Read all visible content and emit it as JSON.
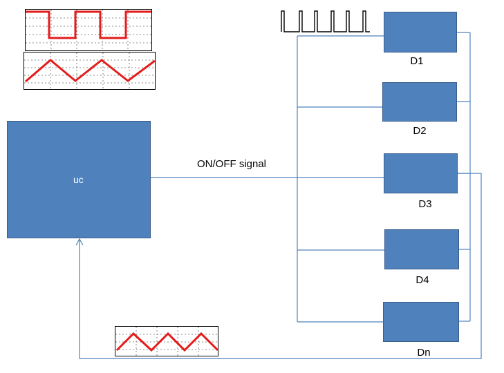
{
  "uc_block": {
    "label": "uc"
  },
  "signal_label": "ON/OFF signal",
  "devices": [
    {
      "label": "D1"
    },
    {
      "label": "D2"
    },
    {
      "label": "D3"
    },
    {
      "label": "D4"
    },
    {
      "label": "Dn"
    }
  ],
  "colors": {
    "block_fill": "#4f81bd",
    "block_border": "#385d8a",
    "wire": "#4f81bd",
    "waveform": "#e41b1b"
  },
  "icons": [
    "square-wave-scope-icon",
    "triangle-wave-scope-icon",
    "pulse-train-icon",
    "feedback-triangle-scope-icon",
    "arrowhead-icon"
  ]
}
